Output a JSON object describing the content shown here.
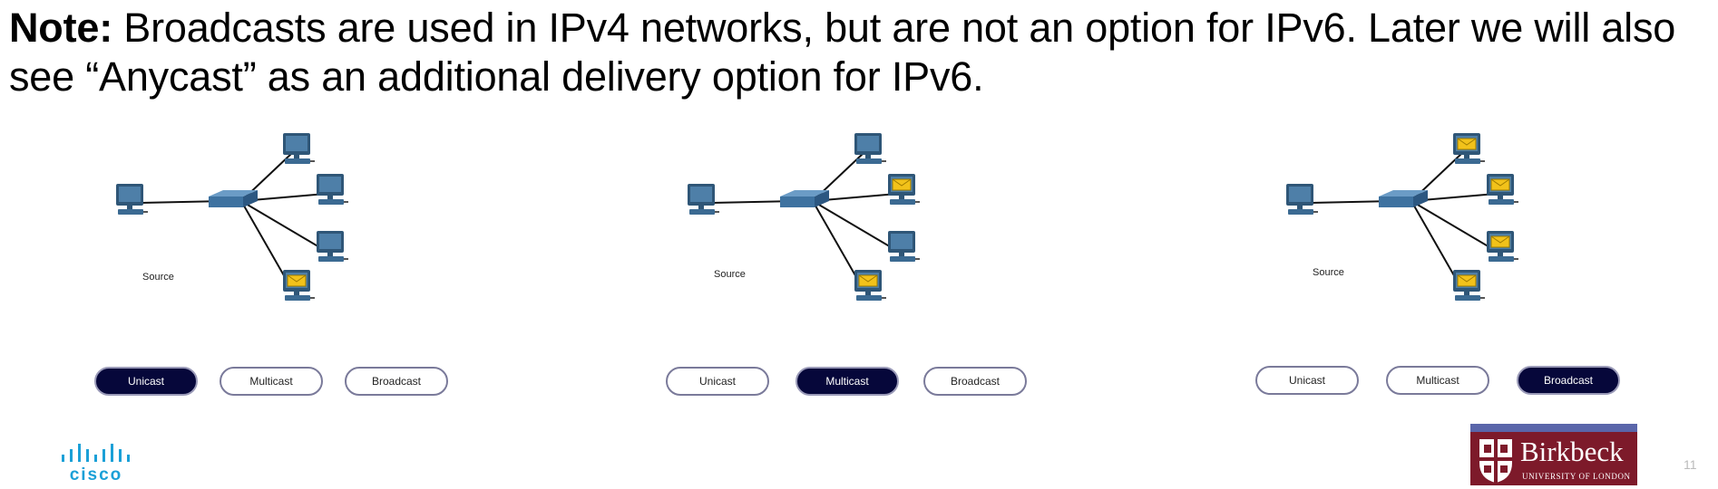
{
  "note": {
    "bold": "Note:",
    "line1": " Broadcasts are used in IPv4 networks, but are not an option for IPv6. Later we will also",
    "line2": "see “Anycast” as an additional delivery option for IPv6."
  },
  "panels": [
    {
      "source_label": "Source",
      "buttons": [
        "Unicast",
        "Multicast",
        "Broadcast"
      ],
      "active": "Unicast",
      "mail_on_hosts": [
        false,
        false,
        false,
        true
      ]
    },
    {
      "source_label": "Source",
      "buttons": [
        "Unicast",
        "Multicast",
        "Broadcast"
      ],
      "active": "Multicast",
      "mail_on_hosts": [
        false,
        true,
        false,
        true
      ]
    },
    {
      "source_label": "Source",
      "buttons": [
        "Unicast",
        "Multicast",
        "Broadcast"
      ],
      "active": "Broadcast",
      "mail_on_hosts": [
        true,
        true,
        true,
        true
      ]
    }
  ],
  "logos": {
    "cisco": "cisco",
    "birkbeck_name": "Birkbeck",
    "birkbeck_sub": "UNIVERSITY OF LONDON"
  },
  "page_number": "11",
  "colors": {
    "active_button": "#06073a",
    "computer": "#4e7fa8",
    "switch": "#3e72a0",
    "mail": "#f2c21a",
    "birkbeck": "#7d1a2a",
    "cisco": "#1ba0d7"
  },
  "icons": [
    "computer-icon",
    "switch-icon",
    "mail-envelope-icon",
    "cisco-logo",
    "birkbeck-crest"
  ]
}
